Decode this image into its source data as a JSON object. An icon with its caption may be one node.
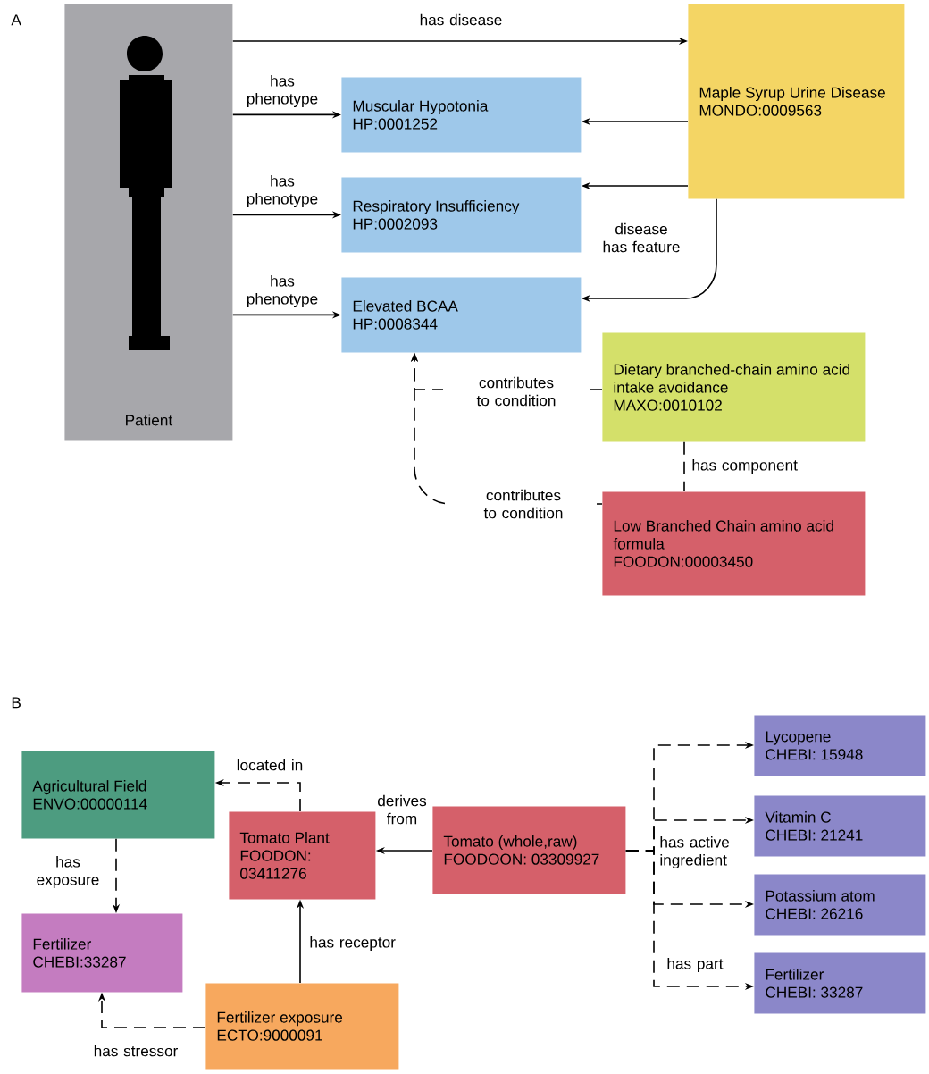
{
  "diagram": {
    "nodes": [
      {
        "text": [
          "Patient"
        ]
      },
      {
        "text": [
          "Muscular Hypotonia",
          "HP:0001252"
        ]
      },
      {
        "text": [
          "Respiratory Insufficiency",
          "HP:0002093"
        ]
      },
      {
        "text": [
          "Elevated BCAA",
          "HP:0008344"
        ]
      },
      {
        "text": [
          "Maple Syrup Urine Disease",
          "MONDO:0009563"
        ]
      },
      {
        "text": [
          "Dietary branched-chain amino acid intake avoidance",
          "MAXO:0010102"
        ]
      },
      {
        "text": [
          "Low Branched Chain amino acid formula",
          "FOODON:00003450"
        ]
      },
      {
        "text": [
          "Agricultural Field",
          "ENVO:00000114"
        ]
      },
      {
        "text": [
          "Tomato Plant",
          "FOODON: 03411276"
        ]
      },
      {
        "text": [
          "Tomato (whole,raw)",
          "FOODOON: 03309927"
        ]
      },
      {
        "text": [
          "Fertilizer",
          "CHEBI:33287"
        ]
      },
      {
        "text": [
          "Fertilizer exposure",
          "ECTO:9000091"
        ]
      },
      {
        "text": [
          "Lycopene",
          "CHEBI: 15948"
        ]
      },
      {
        "text": [
          "Vitamin C",
          "CHEBI: 21241"
        ]
      },
      {
        "text": [
          "Potassium atom",
          "CHEBI: 26216"
        ]
      },
      {
        "text": [
          "Fertilizer",
          "CHEBI: 33287"
        ]
      }
    ],
    "edges": [
      {
        "from": 0,
        "to": 4,
        "arrow": "to",
        "label": "has disease"
      },
      {
        "from": 0,
        "to": 1,
        "arrow": "to",
        "label": "has phenotype"
      },
      {
        "from": 0,
        "to": 2,
        "arrow": "to",
        "label": "has phenotype"
      },
      {
        "from": 0,
        "to": 3,
        "arrow": "to",
        "label": "has phenotype"
      },
      {
        "from": 4,
        "to": 1,
        "arrow": "to"
      },
      {
        "from": 4,
        "to": 2,
        "arrow": "to"
      },
      {
        "from": 4,
        "to": 3,
        "arrow": "to",
        "label": "disease has feature"
      },
      {
        "from": 5,
        "to": 3,
        "arrow": "to",
        "label": "contributes to condition",
        "style": "dashed"
      },
      {
        "from": 6,
        "to": 3,
        "arrow": "to",
        "label": "contributes to condition",
        "style": "dashed"
      },
      {
        "from": 5,
        "to": 6,
        "arrow": "none",
        "label": "has component",
        "style": "dashed"
      },
      {
        "from": 8,
        "to": 7,
        "arrow": "to",
        "label": "located in",
        "style": "dashed"
      },
      {
        "from": 9,
        "to": 8,
        "arrow": "to",
        "label": "derives from"
      },
      {
        "from": 7,
        "to": 10,
        "arrow": "to",
        "label": "has exposure",
        "style": "dashed"
      },
      {
        "from": 11,
        "to": 8,
        "arrow": "to",
        "label": "has receptor"
      },
      {
        "from": 11,
        "to": 10,
        "arrow": "to",
        "label": "has stressor",
        "style": "dashed"
      },
      {
        "from": 9,
        "to": 12,
        "arrow": "to",
        "style": "dashed"
      },
      {
        "from": 9,
        "to": 13,
        "arrow": "to",
        "label": "has active ingredient",
        "style": "dashed"
      },
      {
        "from": 9,
        "to": 14,
        "arrow": "to",
        "style": "dashed"
      },
      {
        "from": 9,
        "to": 15,
        "arrow": "to",
        "label": "has part",
        "style": "dashed"
      }
    ],
    "labels": [
      "A",
      "B"
    ]
  }
}
